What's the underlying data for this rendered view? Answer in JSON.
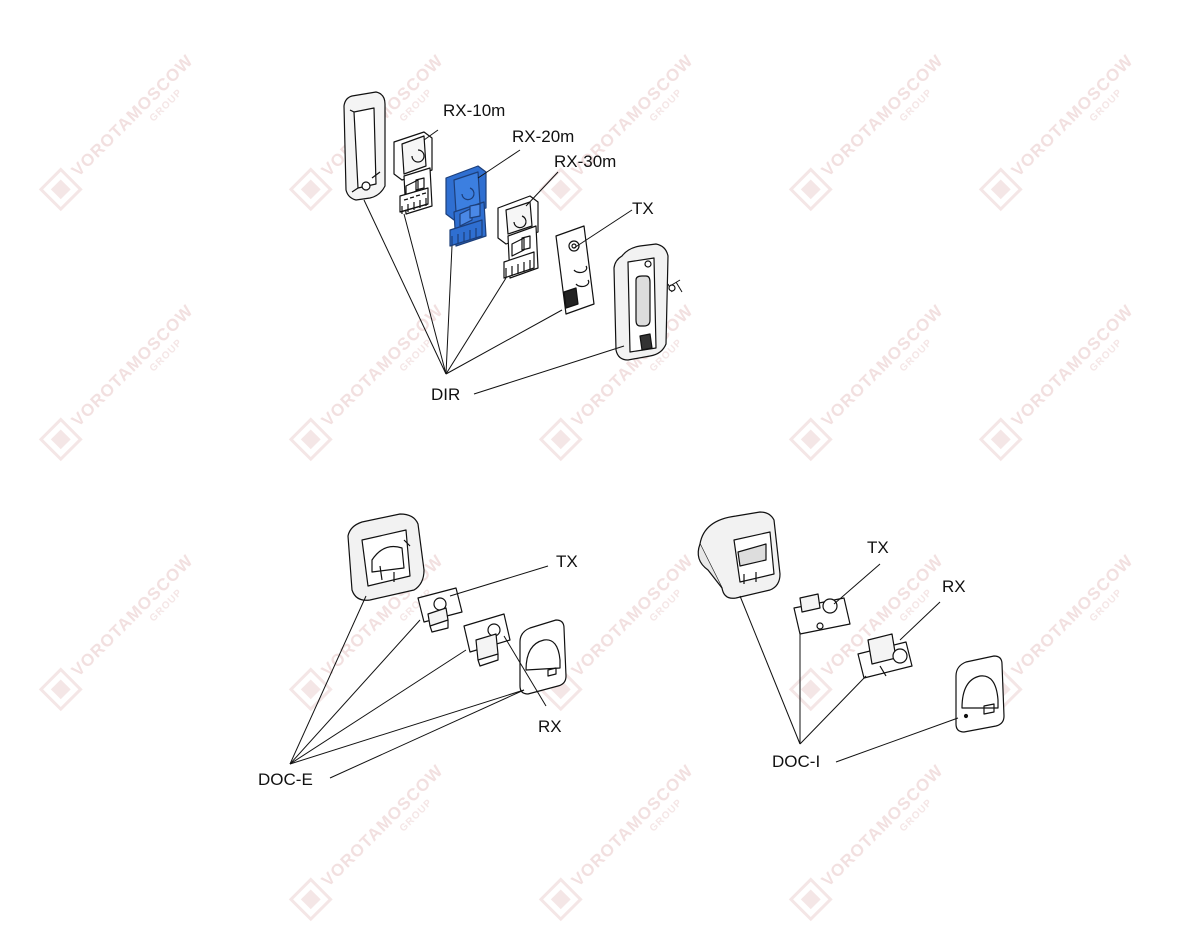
{
  "labels": {
    "rx10": "RX-10m",
    "rx20": "RX-20m",
    "rx30": "RX-30m",
    "tx_dir": "TX",
    "dir": "DIR",
    "tx_doce": "TX",
    "rx_doce": "RX",
    "doce": "DOC-E",
    "tx_doci": "TX",
    "rx_doci": "RX",
    "doci": "DOC-I"
  },
  "watermark": {
    "brand": "VOROTAMOSCOW",
    "group": "GROUP"
  },
  "colors": {
    "highlight": "#2f6fd1",
    "line": "#111111",
    "watermark": "#e8c8c8"
  }
}
